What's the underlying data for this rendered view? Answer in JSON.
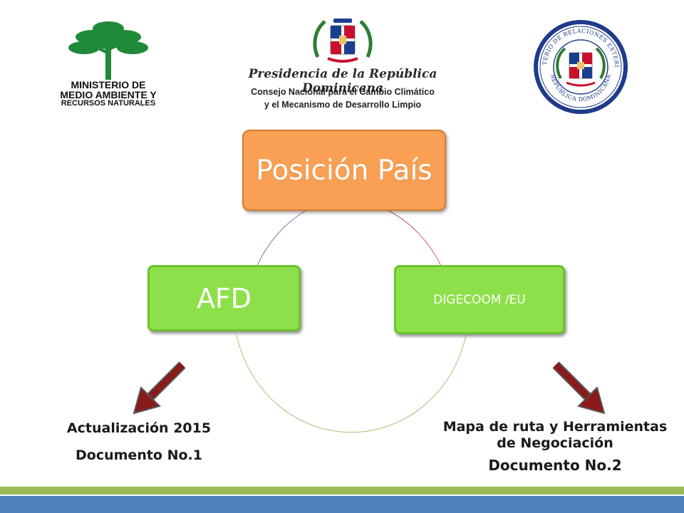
{
  "logos": {
    "left": {
      "icon": "tree-icon",
      "lines": [
        "MINISTERIO DE",
        "MEDIO AMBIENTE Y",
        "RECURSOS NATURALES"
      ],
      "color": "#1f8a3a"
    },
    "center": {
      "icon": "coat-of-arms-icon",
      "title": "Presidencia de la República Dominicana",
      "line1": "Consejo Nacional para el Cambio Climático",
      "line2": "y el Mecanismo de Desarrollo Limpio"
    },
    "right": {
      "icon": "ministry-seal-icon",
      "ring_text_top": "MINISTERIO DE RELACIONES EXTERIORES",
      "ring_text_bottom": "REPUBLICA DOMINICANA"
    }
  },
  "diagram": {
    "top_node": "Posición País",
    "left_node": "AFD",
    "right_node": "DIGECOOM /EU",
    "colors": {
      "top_node": "#f9a054",
      "side_nodes": "#8ee04a",
      "arrows": "#8b1a1a"
    }
  },
  "captions": {
    "left": {
      "line1": "Actualización 2015",
      "line2": "Documento No.1"
    },
    "right": {
      "line1": "Mapa de ruta y Herramientas",
      "line2": "de Negociación",
      "line3": "Documento No.2"
    }
  },
  "footer": {
    "bar_colors": [
      "#9bbb59",
      "#4f81bd"
    ]
  }
}
